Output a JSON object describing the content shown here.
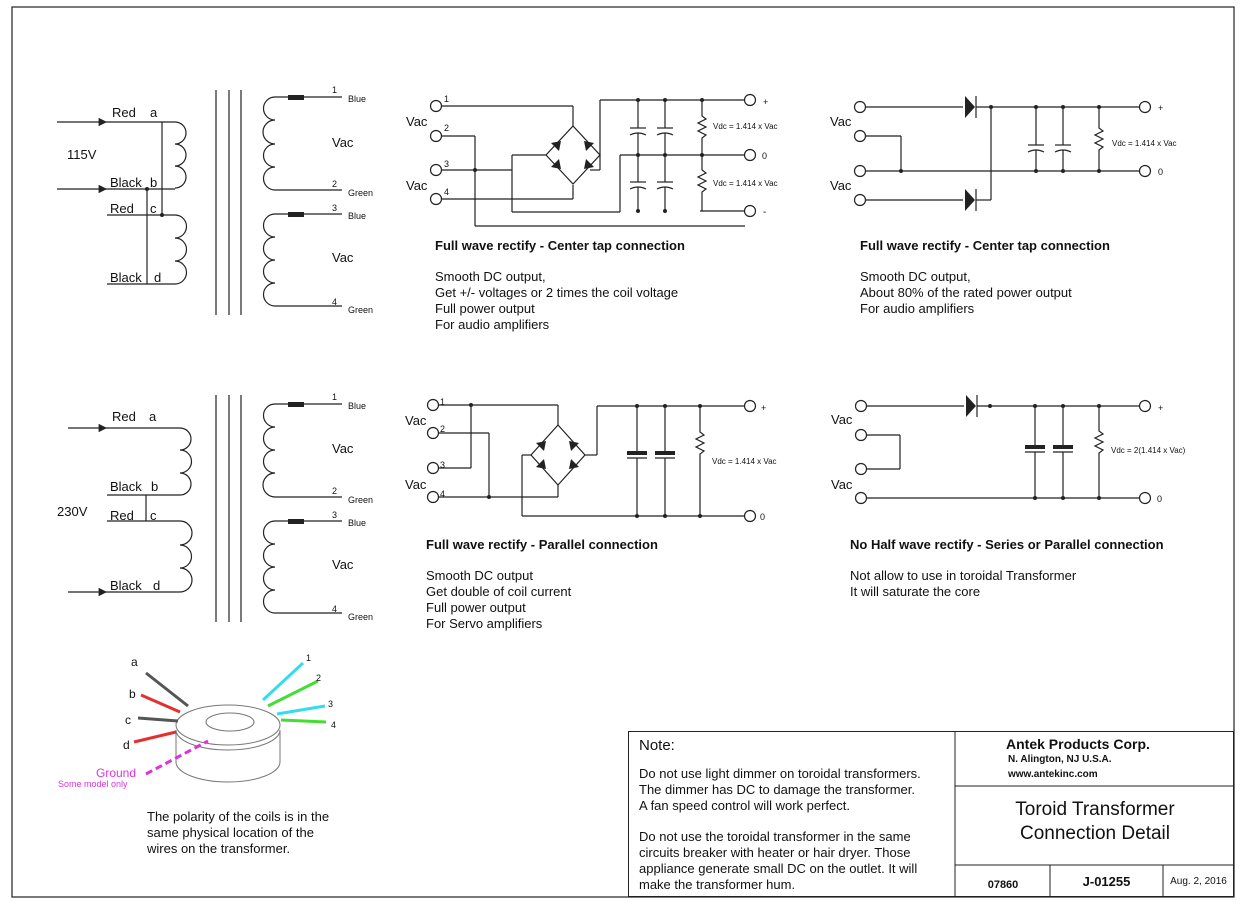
{
  "top_diagram": {
    "voltage": "115V",
    "pri_labels": [
      {
        "color": "Red",
        "letter": "a"
      },
      {
        "color": "Black",
        "letter": "b"
      },
      {
        "color": "Red",
        "letter": "c"
      },
      {
        "color": "Black",
        "letter": "d"
      }
    ],
    "sec": [
      {
        "n1": "1",
        "c1": "Blue",
        "n2": "2",
        "c2": "Green",
        "vac": "Vac"
      },
      {
        "n1": "3",
        "c1": "Blue",
        "n2": "4",
        "c2": "Green",
        "vac": "Vac"
      }
    ]
  },
  "bottom_diagram": {
    "voltage": "230V",
    "pri_labels": [
      {
        "color": "Red",
        "letter": "a"
      },
      {
        "color": "Black",
        "letter": "b"
      },
      {
        "color": "Red",
        "letter": "c"
      },
      {
        "color": "Black",
        "letter": "d"
      }
    ],
    "sec": [
      {
        "n1": "1",
        "c1": "Blue",
        "n2": "2",
        "c2": "Green",
        "vac": "Vac"
      },
      {
        "n1": "3",
        "c1": "Blue",
        "n2": "4",
        "c2": "Green",
        "vac": "Vac"
      }
    ]
  },
  "circuits": {
    "c1": {
      "vac": "Vac",
      "terms": [
        "1",
        "2",
        "3",
        "4"
      ],
      "out_plus": "+",
      "out_zero": "0",
      "out_minus": "-",
      "vdc1": "Vdc = 1.414 x Vac",
      "vdc2": "Vdc = 1.414 x Vac",
      "title": "Full wave rectify - Center tap connection",
      "lines": [
        "Smooth DC output,",
        "Get +/- voltages or 2 times the coil voltage",
        "Full power output",
        "For audio amplifiers"
      ]
    },
    "c2": {
      "vac": "Vac",
      "out_plus": "+",
      "out_zero": "0",
      "vdc": "Vdc = 1.414 x Vac",
      "title": "Full wave rectify - Center tap connection",
      "lines": [
        "Smooth DC output,",
        "About 80% of the rated power output",
        "For audio amplifiers"
      ]
    },
    "c3": {
      "vac": "Vac",
      "terms": [
        "1",
        "2",
        "3",
        "4"
      ],
      "out_plus": "+",
      "out_zero": "0",
      "vdc": "Vdc = 1.414 x Vac",
      "title": "Full wave rectify - Parallel connection",
      "lines": [
        "Smooth DC output",
        "Get double of coil current",
        "Full power output",
        "For Servo amplifiers"
      ]
    },
    "c4": {
      "vac": "Vac",
      "out_plus": "+",
      "out_zero": "0",
      "vdc": "Vdc = 2(1.414 x Vac)",
      "title": "No Half wave rectify - Series or Parallel connection",
      "lines": [
        "Not allow to use in toroidal Transformer",
        "It will saturate the core"
      ]
    }
  },
  "toroid": {
    "wires_left": [
      "a",
      "b",
      "c",
      "d"
    ],
    "wires_right": [
      "1",
      "2",
      "3",
      "4"
    ],
    "ground": "Ground",
    "ground_note": "Some model only",
    "colors": {
      "a": "#555555",
      "b": "#e53030",
      "c": "#555555",
      "d": "#e53030",
      "w1": "#33ddee",
      "w2": "#44dd33",
      "w3": "#33ddee",
      "w4": "#44dd33",
      "ground": "#dd33dd"
    },
    "caption": [
      "The polarity of the coils is in the",
      "same  physical location of the",
      "wires on the transformer."
    ]
  },
  "note": {
    "heading": "Note:",
    "p1": [
      "Do not use light dimmer on toroidal transformers.",
      "The dimmer has DC to damage the transformer.",
      "A fan speed control will work perfect."
    ],
    "p2": [
      "Do not use the toroidal transformer in the same",
      "circuits breaker with heater or hair dryer.  Those",
      "appliance generate small DC on the outlet. It will",
      "make the transformer hum."
    ]
  },
  "title_block": {
    "company": "Antek Products Corp.",
    "address": "N. Alington,  NJ   U.S.A.",
    "web": "www.antekinc.com",
    "title1": "Toroid Transformer",
    "title2": "Connection Detail",
    "code": "07860",
    "drawing_no": "J-01255",
    "date": "Aug. 2, 2016"
  }
}
